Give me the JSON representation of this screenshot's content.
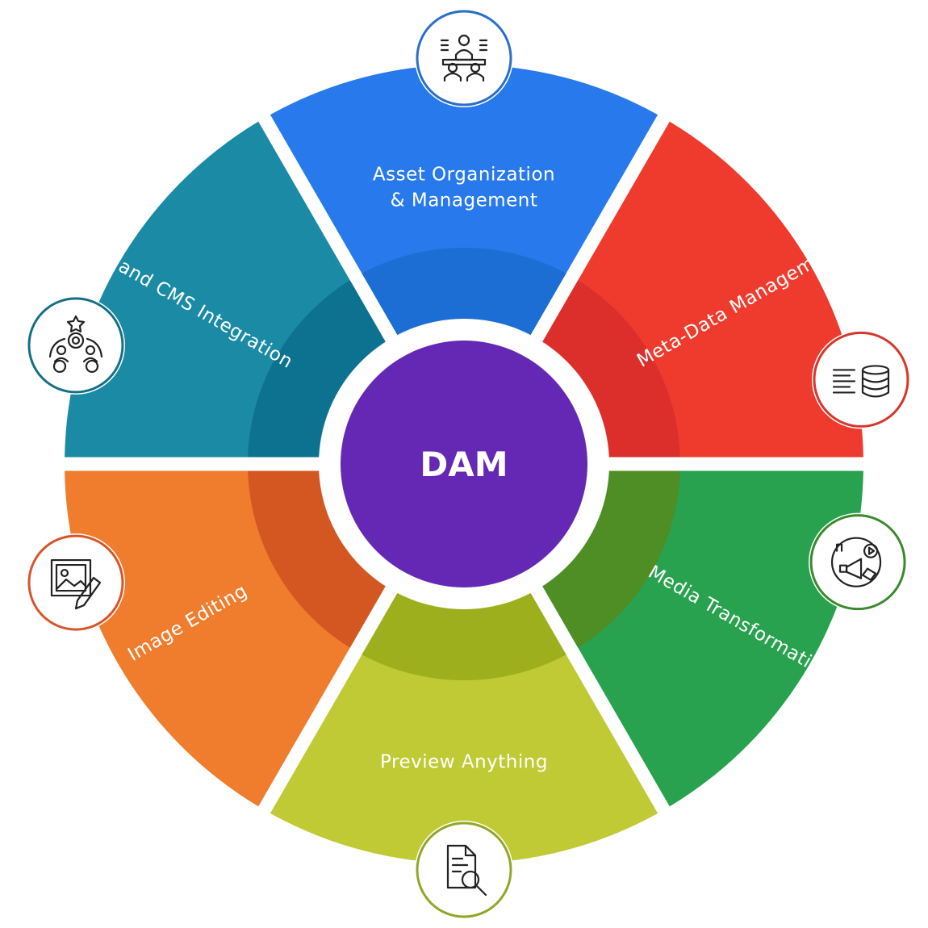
{
  "center": {
    "label": "DAM",
    "color": "#6528b4"
  },
  "segments": [
    {
      "id": "asset",
      "label_lines": [
        "Asset Organization",
        "& Management"
      ],
      "outer_color": "#2879ec",
      "inner_color": "#1c6ed4",
      "ring_color": "#2a6fc7",
      "icon": "team-meeting-icon"
    },
    {
      "id": "metadata",
      "label_lines": [
        "Meta-Data Management"
      ],
      "outer_color": "#ef3b2d",
      "inner_color": "#dc2f2c",
      "ring_color": "#d6362c",
      "icon": "database-list-icon"
    },
    {
      "id": "media",
      "label_lines": [
        "Media Transformation"
      ],
      "outer_color": "#28a24e",
      "inner_color": "#4f8d25",
      "ring_color": "#3a8a2e",
      "icon": "media-marketing-icon"
    },
    {
      "id": "preview",
      "label_lines": [
        "Preview Anything"
      ],
      "outer_color": "#bfca35",
      "inner_color": "#9daf1c",
      "ring_color": "#8fa82a",
      "icon": "document-search-icon"
    },
    {
      "id": "image",
      "label_lines": [
        "Image Editing"
      ],
      "outer_color": "#f07c2d",
      "inner_color": "#d45722",
      "ring_color": "#d6552a",
      "icon": "image-edit-icon"
    },
    {
      "id": "pim",
      "label_lines": [
        "PIM and CMS Integration"
      ],
      "outer_color": "#1a8aa5",
      "inner_color": "#0c7290",
      "ring_color": "#176f87",
      "icon": "integration-team-icon"
    }
  ]
}
